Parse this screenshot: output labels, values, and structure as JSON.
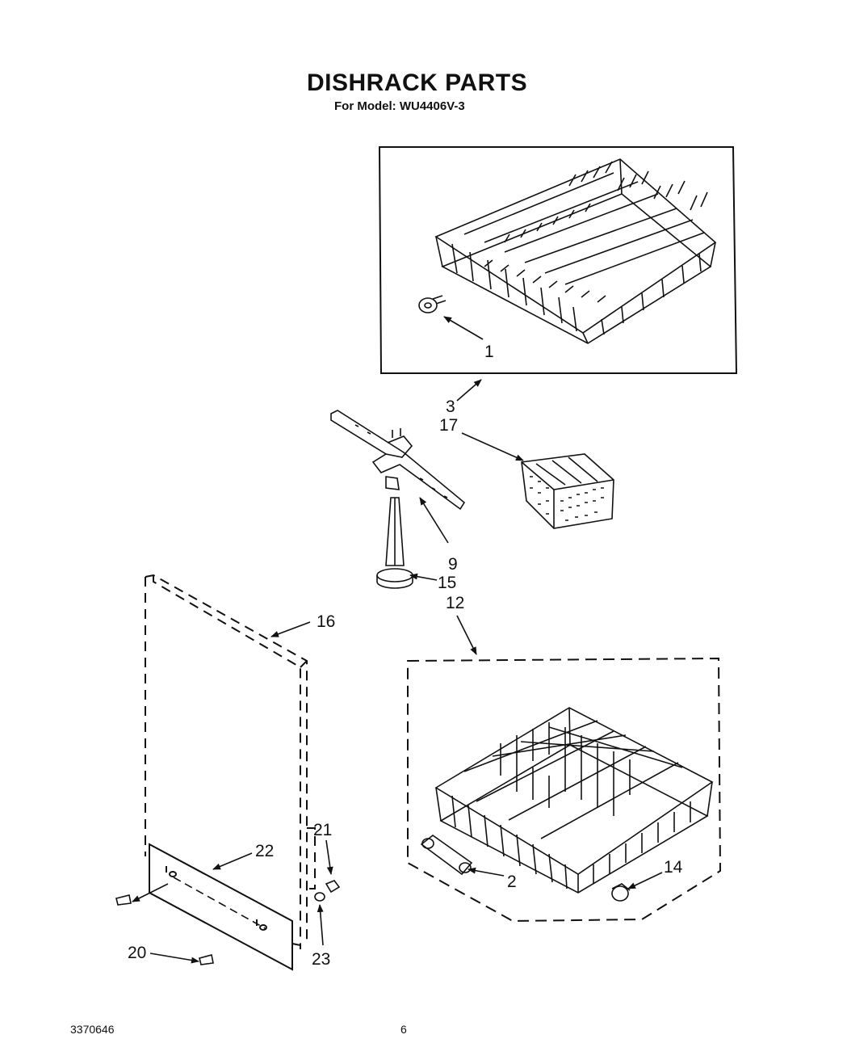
{
  "header": {
    "title": "DISHRACK PARTS",
    "subtitle": "For Model: WU4406V-3"
  },
  "footer": {
    "doc_number": "3370646",
    "page_number": "6"
  },
  "callouts": {
    "c1": "1",
    "c2": "2",
    "c3": "3",
    "c9": "9",
    "c12": "12",
    "c14": "14",
    "c15": "15",
    "c16": "16",
    "c17": "17",
    "c20": "20",
    "c21": "21",
    "c22": "22",
    "c23": "23"
  }
}
